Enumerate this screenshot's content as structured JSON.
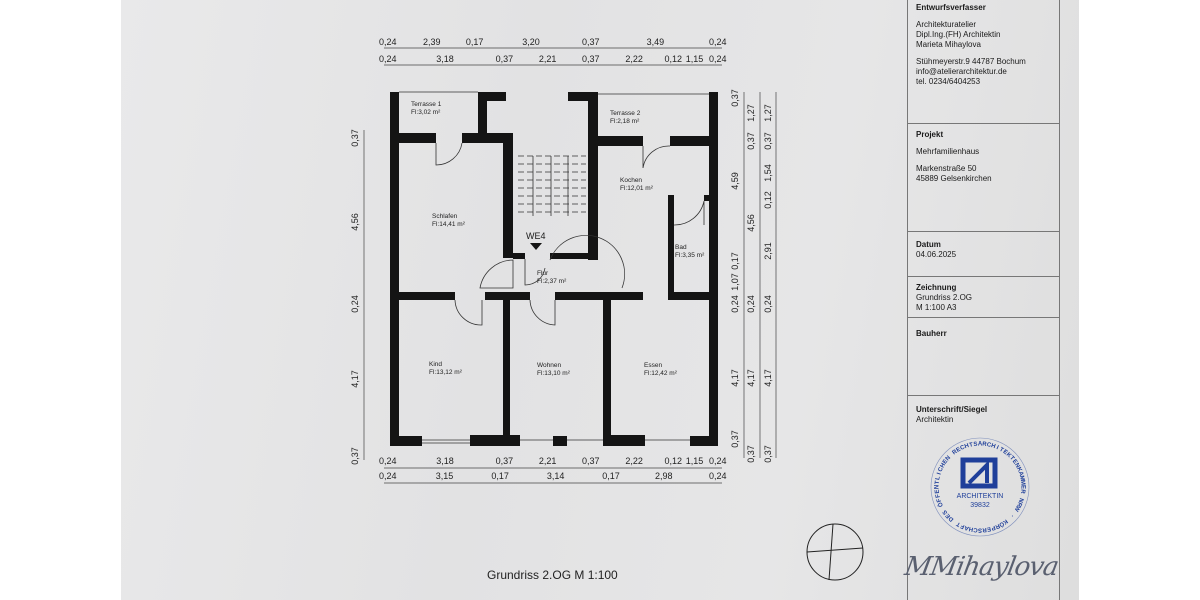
{
  "plan": {
    "entrance_label": "WE4",
    "rooms": [
      {
        "name": "Terrasse 1",
        "area": "Fl:3,02 m²"
      },
      {
        "name": "Terrasse 2",
        "area": "Fl:2,18 m²"
      },
      {
        "name": "Schlafen",
        "area": "Fl:14,41 m²"
      },
      {
        "name": "Kochen",
        "area": "Fl:12,01 m²"
      },
      {
        "name": "Bad",
        "area": "Fl:3,35 m²"
      },
      {
        "name": "Flur",
        "area": "Fl:2,37 m²"
      },
      {
        "name": "Kind",
        "area": "Fl:13,12 m²"
      },
      {
        "name": "Wohnen",
        "area": "Fl:13,10 m²"
      },
      {
        "name": "Essen",
        "area": "Fl:12,42 m²"
      }
    ],
    "dimensions": {
      "top_outer": [
        "0,24",
        "2,39",
        "0,17",
        "3,20",
        "0,37",
        "3,49",
        "0,24"
      ],
      "top_inner": [
        "0,24",
        "3,18",
        "0,37",
        "2,21",
        "0,37",
        "2,22",
        "0,12",
        "1,15",
        "0,24"
      ],
      "bottom_inner": [
        "0,24",
        "3,18",
        "0,37",
        "2,21",
        "0,37",
        "2,22",
        "0,12",
        "1,15",
        "0,24"
      ],
      "bottom_outer": [
        "0,24",
        "3,15",
        "0,17",
        "3,14",
        "0,17",
        "2,98",
        "0,24"
      ],
      "left": [
        "0,37",
        "4,56",
        "0,24",
        "4,17",
        "0,37"
      ],
      "right_1": [
        "0,37",
        "4,59",
        "0,17",
        "1,07",
        "0,24",
        "4,17",
        "0,37"
      ],
      "right_2": [
        "1,27",
        "0,37",
        "4,56",
        "0,24",
        "4,17",
        "0,37"
      ],
      "right_3": [
        "1,27",
        "0,37",
        "1,54",
        "0,12",
        "2,91",
        "0,24",
        "4,17",
        "0,37"
      ]
    },
    "caption": "Grundriss 2.OG M 1:100"
  },
  "title_block": {
    "designer": {
      "heading": "Entwurfsverfasser",
      "line1": "Architekturatelier",
      "line2": "Dipl.Ing.(FH) Architektin",
      "line3": "Marieta Mihaylova",
      "address": "Stühmeyerstr.9 44787 Bochum",
      "email": "info@atelierarchitektur.de",
      "phone": "tel. 0234/6404253"
    },
    "project": {
      "heading": "Projekt",
      "name": "Mehrfamilienhaus",
      "street": "Markenstraße 50",
      "city": "45889 Gelsenkirchen"
    },
    "date": {
      "heading": "Datum",
      "value": "04.06.2025"
    },
    "drawing": {
      "heading": "Zeichnung",
      "name": "Grundriss 2.OG",
      "scale": "M 1:100 A3"
    },
    "client": {
      "heading": "Bauherr"
    },
    "signature": {
      "heading": "Unterschrift/Siegel",
      "role": "Architektin",
      "stamp_ring": "ARCHITEKTENKAMMER NRW · KÖRPERSCHAFT DES ÖFFENTLICHEN RECHTS",
      "stamp_title": "ARCHITEKTIN",
      "stamp_number": "39832",
      "stamp_color": "#1f3f9a",
      "handwritten": "MMihaylova"
    }
  },
  "icons": {
    "north_arrow": "compass-cross-icon"
  }
}
